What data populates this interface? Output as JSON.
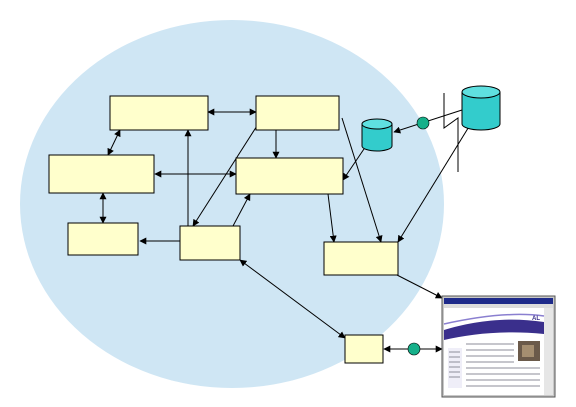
{
  "diagram": {
    "background_zone": "light-blue-ellipse",
    "colors": {
      "zone": "#cfe6f4",
      "node_fill": "#ffffcc",
      "node_stroke": "#000000",
      "database": "#33cccc",
      "connector": "#16b08a",
      "browser_accent": "#3a2f8c"
    },
    "nodes": [
      {
        "id": "n1",
        "label": ""
      },
      {
        "id": "n2",
        "label": ""
      },
      {
        "id": "n3",
        "label": ""
      },
      {
        "id": "n4",
        "label": ""
      },
      {
        "id": "n5",
        "label": ""
      },
      {
        "id": "n6",
        "label": ""
      },
      {
        "id": "n7",
        "label": ""
      },
      {
        "id": "n8",
        "label": ""
      }
    ],
    "databases": [
      {
        "id": "db-local"
      },
      {
        "id": "db-remote"
      }
    ],
    "browser": {
      "icon": "web-browser-screenshot"
    }
  }
}
